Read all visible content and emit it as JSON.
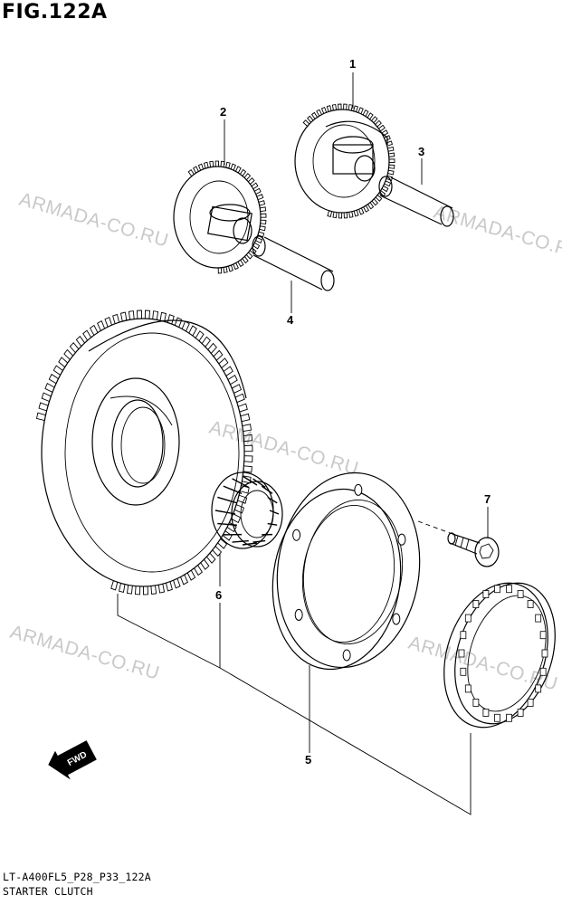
{
  "figure": {
    "title": "FIG.122A",
    "code": "LT-A400FL5_P28_P33_122A",
    "name": "STARTER CLUTCH"
  },
  "watermarks": [
    {
      "text": "ARMADA-CO.RU"
    },
    {
      "text": "ARMADA-CO.RU"
    },
    {
      "text": "ARMADA-CO.RU"
    },
    {
      "text": "ARMADA-CO.RU"
    },
    {
      "text": "ARMADA-CO.RU"
    }
  ],
  "callouts": [
    {
      "number": "1"
    },
    {
      "number": "2"
    },
    {
      "number": "3"
    },
    {
      "number": "4"
    },
    {
      "number": "5"
    },
    {
      "number": "6"
    },
    {
      "number": "7"
    }
  ],
  "fwd_badge": {
    "text": "FWD"
  }
}
